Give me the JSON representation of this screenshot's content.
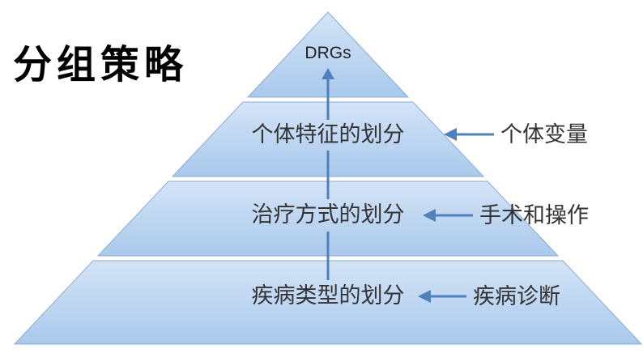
{
  "title": "分组策略",
  "pyramid": {
    "levels": [
      {
        "label": "DRGs",
        "side_label": ""
      },
      {
        "label": "个体特征的划分",
        "side_label": "个体变量"
      },
      {
        "label": "治疗方式的划分",
        "side_label": "手术和操作"
      },
      {
        "label": "疾病类型的划分",
        "side_label": "疾病诊断"
      }
    ]
  },
  "colors": {
    "band_gradient_top": "#d4e4f7",
    "band_gradient_bottom": "#a9c9ec",
    "band_border": "#8aadd2",
    "arrow": "#4f81bd",
    "body_text": "#333333",
    "title_text": "#000000",
    "background": "#ffffff"
  }
}
